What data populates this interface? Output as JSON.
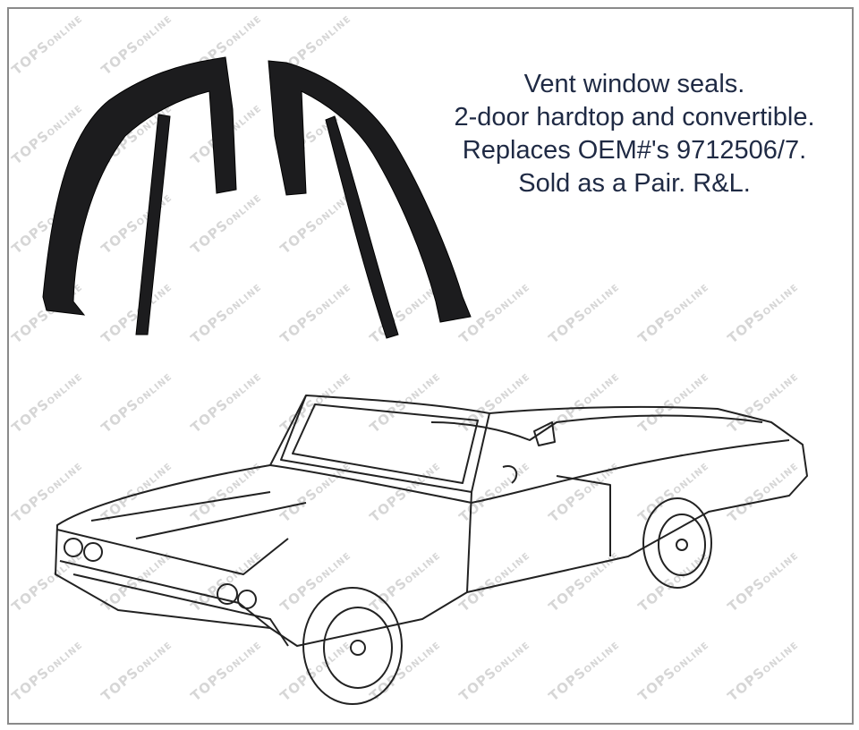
{
  "watermark": {
    "brand": "TOPS",
    "suffix": "ONLINE"
  },
  "description": {
    "lines": [
      "Vent window seals.",
      "2-door hardtop and convertible.",
      "Replaces OEM#'s 9712506/7.",
      "Sold as a Pair. R&L."
    ]
  },
  "colors": {
    "text": "#1f2a44",
    "seal": "#1c1c1e",
    "border": "#8a8a8a"
  }
}
